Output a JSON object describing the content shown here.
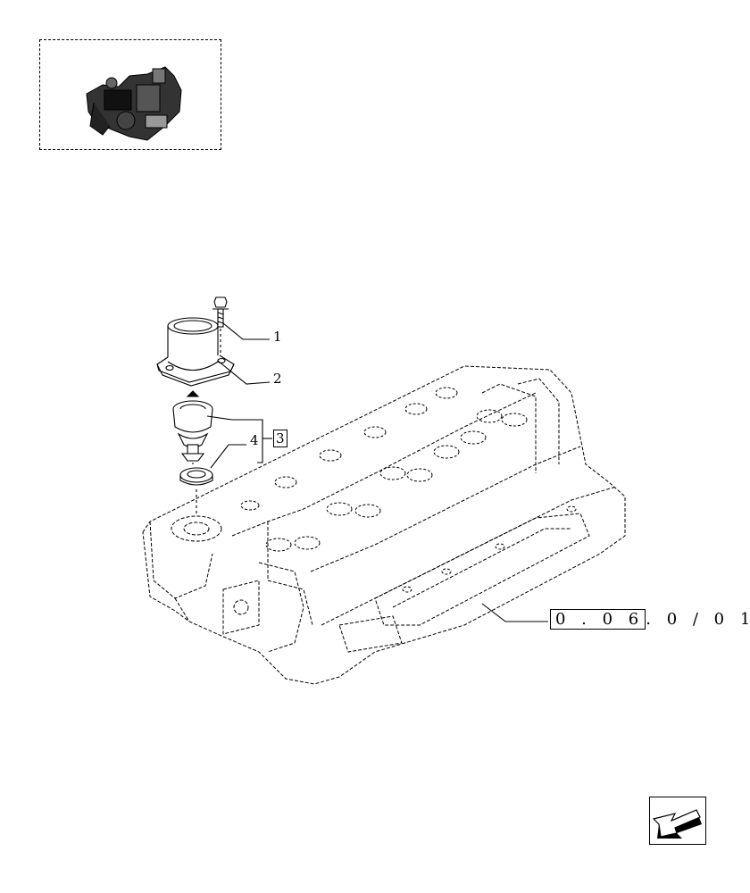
{
  "callouts": [
    {
      "id": "1",
      "text": "1",
      "boxed": false
    },
    {
      "id": "2",
      "text": "2",
      "boxed": false
    },
    {
      "id": "3",
      "text": "3",
      "boxed": true
    },
    {
      "id": "4",
      "text": "4",
      "boxed": false
    }
  ],
  "reference": {
    "boxed_part": "0 . 0 6",
    "rest": ". 0 / 0 1"
  },
  "icons": {
    "thumbnail": "engine-thumbnail-icon",
    "navigation": "back-arrow-icon"
  },
  "colors": {
    "line": "#000000",
    "background": "#ffffff"
  }
}
